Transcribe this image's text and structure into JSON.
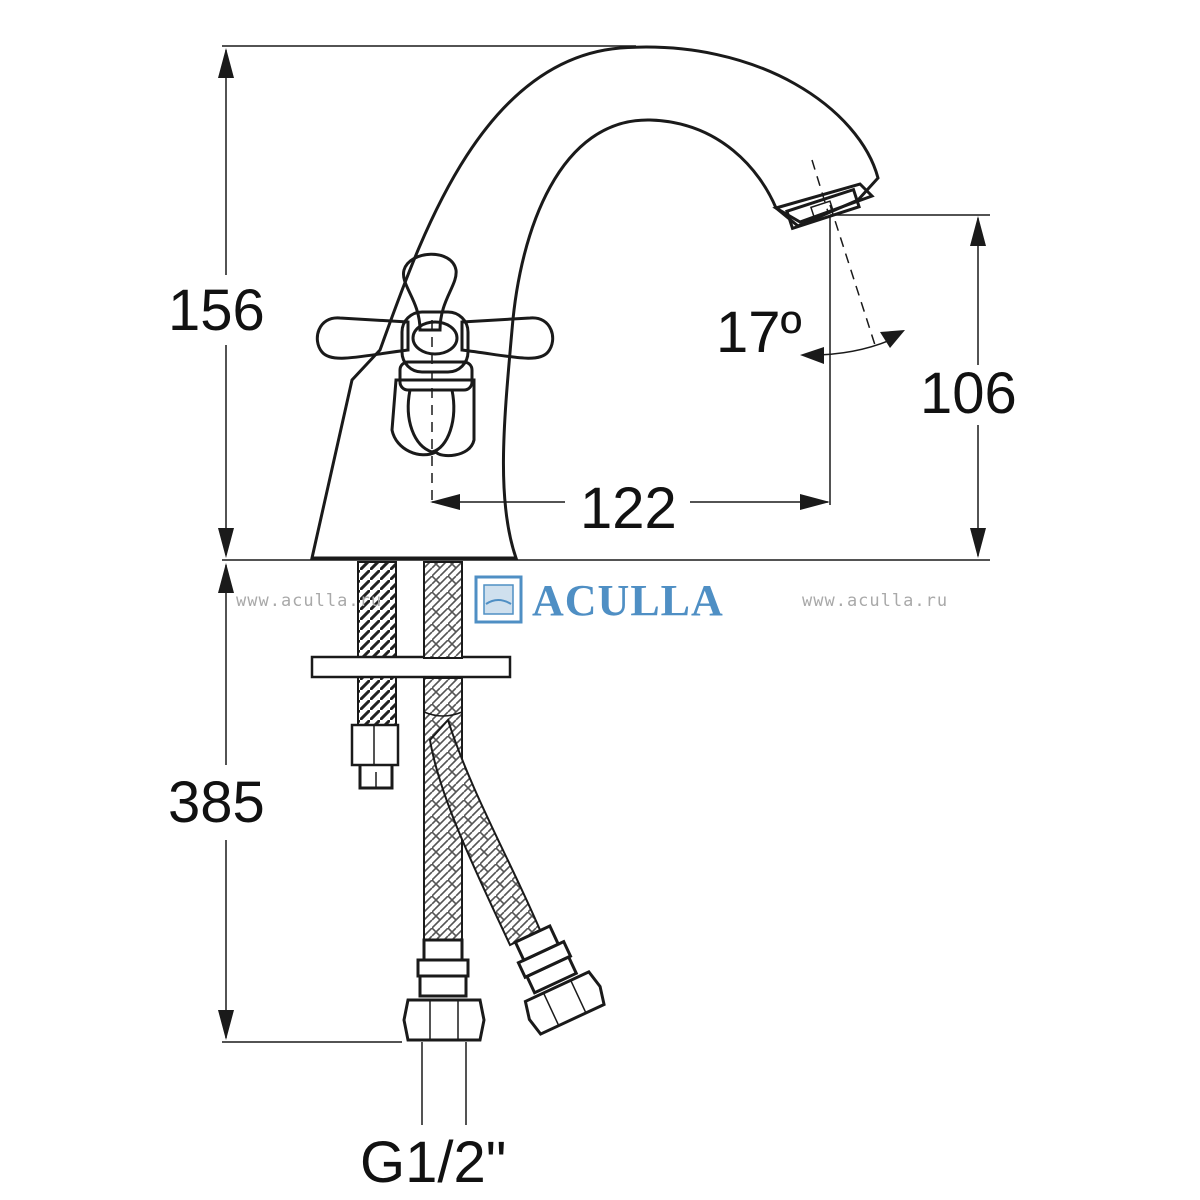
{
  "dimensions": {
    "height_top": "156",
    "height_spout": "106",
    "reach": "122",
    "angle": "17º",
    "hose_length": "385",
    "thread": "G1/2\""
  },
  "watermark": {
    "left": "www.aculla.ru",
    "right": "www.aculla.ru"
  },
  "brand": {
    "name": "ACULLA",
    "logo_icon": "aculla-logo-icon"
  }
}
